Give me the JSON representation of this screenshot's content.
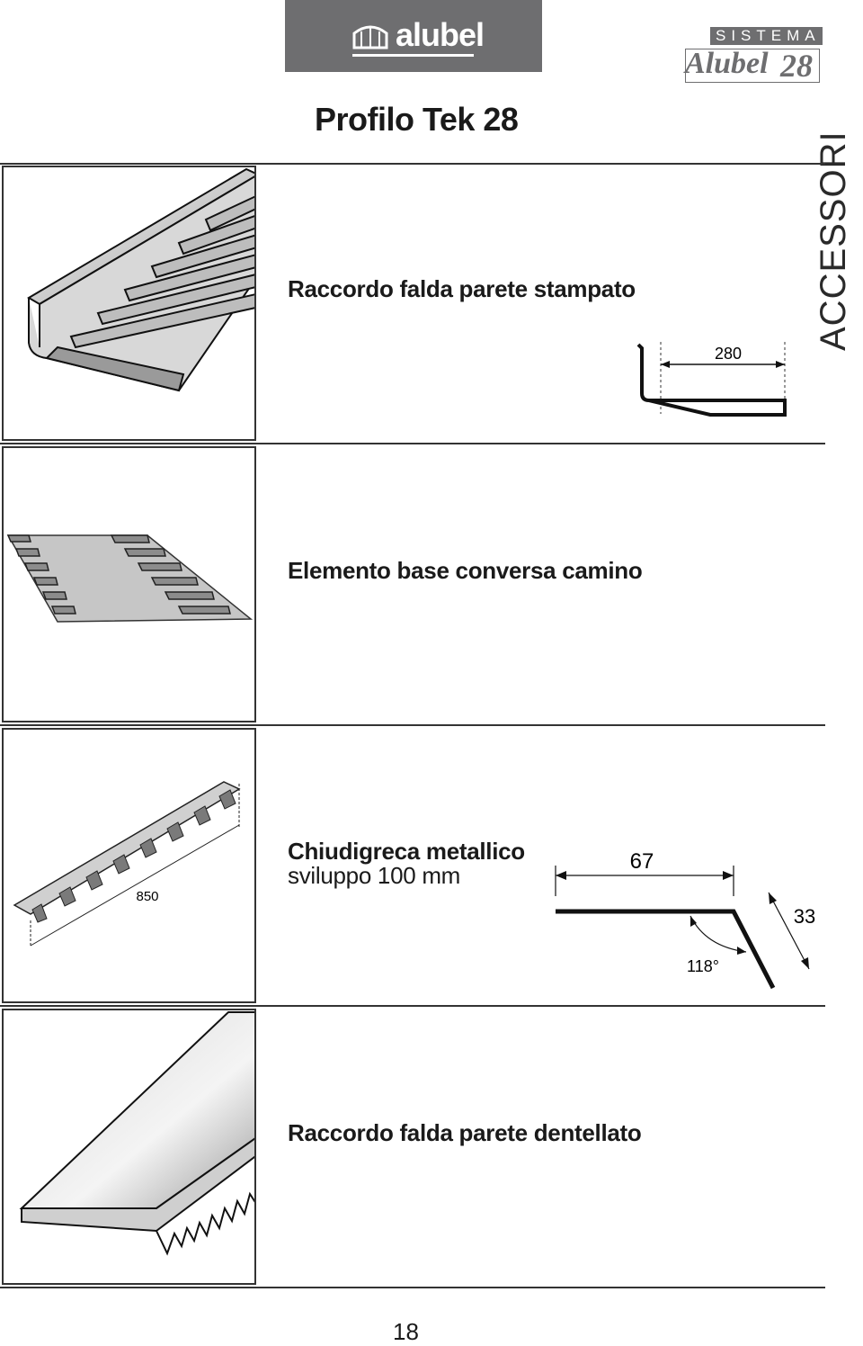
{
  "header": {
    "logo_text": "alubel",
    "sistema": "SISTEMA",
    "brand_name": "Alubel",
    "brand_number": "28",
    "page_title": "Profilo Tek 28",
    "section_label": "ACCESSORI"
  },
  "items": [
    {
      "caption": "Raccordo falda parete stampato",
      "dimension": "280"
    },
    {
      "caption": "Elemento base conversa camino"
    },
    {
      "caption": "Chiudigreca metallico",
      "subcaption": "sviluppo 100 mm",
      "length_dimension": "850",
      "width_dimension": "67",
      "flange_dimension": "33",
      "angle": "118°"
    },
    {
      "caption": "Raccordo falda parete dentellato"
    }
  ],
  "footer": {
    "page_number": "18"
  }
}
